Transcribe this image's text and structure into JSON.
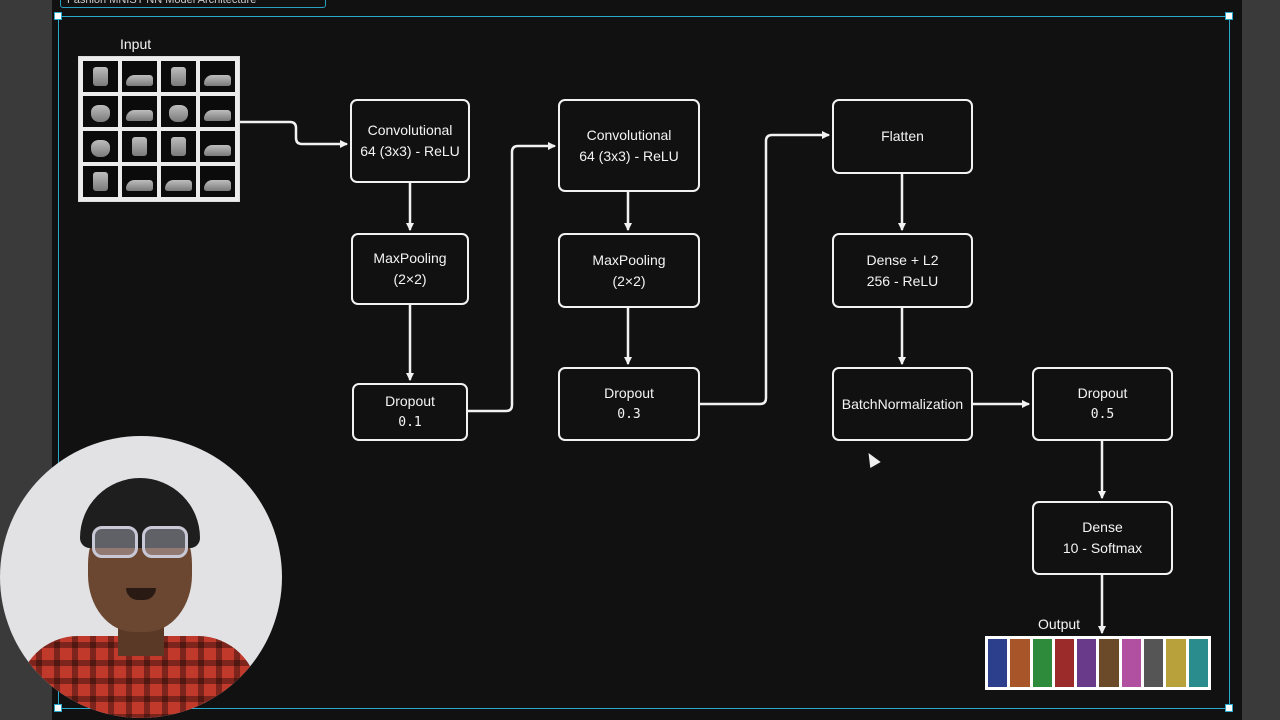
{
  "window": {
    "tab_title": "Fashion MNIST NN Model Architecture"
  },
  "input": {
    "label": "Input"
  },
  "output": {
    "label": "Output",
    "colors": [
      "#2b3f8c",
      "#a9552a",
      "#2e8b3c",
      "#9b2a2a",
      "#6a3a8a",
      "#6b4a2a",
      "#b14fa0",
      "#555555",
      "#b8a03a",
      "#2a8c8c"
    ]
  },
  "nodes": {
    "conv1": {
      "line1": "Convolutional",
      "line2": "64 (3x3) - ReLU"
    },
    "pool1": {
      "line1": "MaxPooling",
      "line2": "(2×2)"
    },
    "drop1": {
      "line1": "Dropout",
      "line2": "0.1"
    },
    "conv2": {
      "line1": "Convolutional",
      "line2": "64 (3x3) - ReLU"
    },
    "pool2": {
      "line1": "MaxPooling",
      "line2": "(2×2)"
    },
    "drop2": {
      "line1": "Dropout",
      "line2": "0.3"
    },
    "flatten": {
      "line1": "Flatten"
    },
    "dense1": {
      "line1": "Dense + L2",
      "line2": "256 - ReLU"
    },
    "bn": {
      "line1": "BatchNormalization"
    },
    "drop3": {
      "line1": "Dropout",
      "line2": "0.5"
    },
    "dense2": {
      "line1": "Dense",
      "line2": "10 - Softmax"
    }
  }
}
